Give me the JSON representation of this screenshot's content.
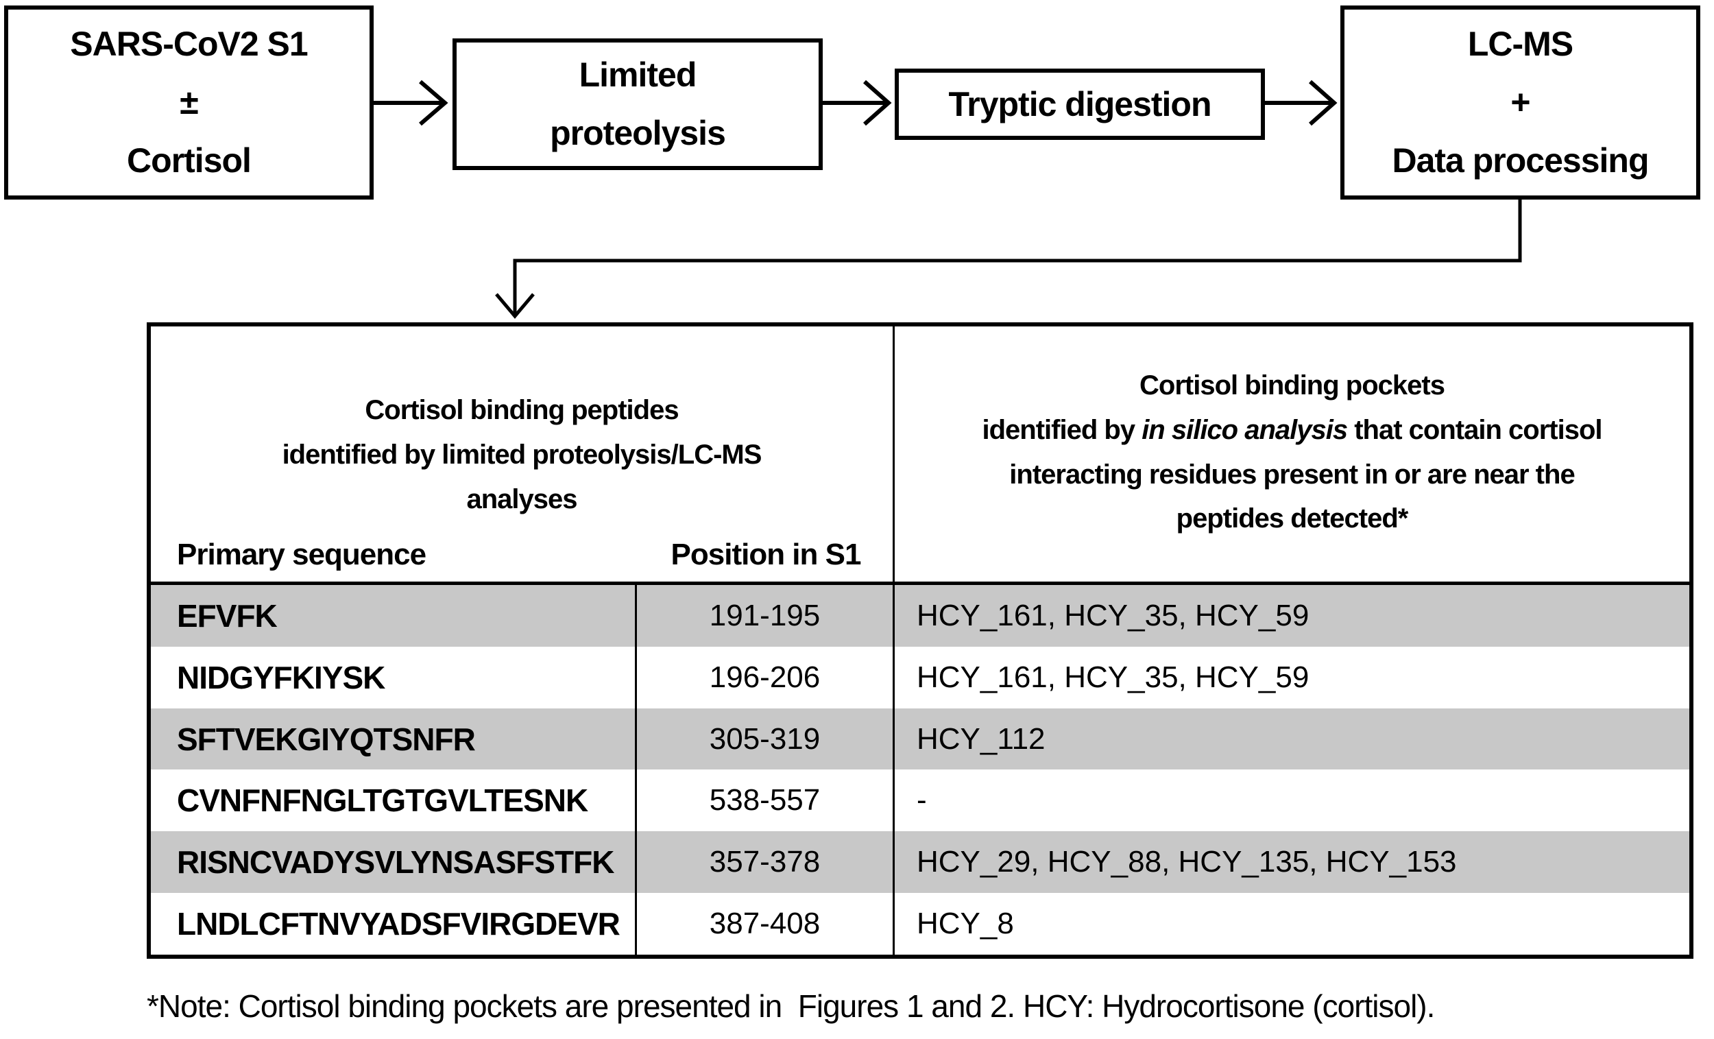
{
  "flowchart": {
    "boxes": [
      {
        "lines": [
          "SARS-CoV2 S1",
          "±",
          "Cortisol"
        ]
      },
      {
        "lines": [
          "Limited",
          "proteolysis"
        ]
      },
      {
        "lines": [
          "Tryptic digestion"
        ]
      },
      {
        "lines": [
          "LC-MS",
          "+",
          "Data processing"
        ]
      }
    ]
  },
  "table": {
    "left_header": {
      "lines": [
        "Cortisol binding peptides",
        "identified by limited proteolysis/LC-MS",
        "analyses"
      ]
    },
    "right_header": {
      "line1": "Cortisol binding pockets",
      "line2_pre": "identified by ",
      "line2_italic": "in silico analysis",
      "line2_post": " that contain cortisol",
      "line3": "interacting residues present in or are near the",
      "line4": "peptides detected*"
    },
    "sub_headers": {
      "primary_sequence": "Primary sequence",
      "position": "Position in S1"
    },
    "rows": [
      {
        "sequence": "EFVFK",
        "position": "191-195",
        "pockets": "HCY_161, HCY_35, HCY_59",
        "shaded": true
      },
      {
        "sequence": "NIDGYFKIYSK",
        "position": "196-206",
        "pockets": "HCY_161, HCY_35, HCY_59",
        "shaded": false
      },
      {
        "sequence": "SFTVEKGIYQTSNFR",
        "position": "305-319",
        "pockets": "HCY_112",
        "shaded": true
      },
      {
        "sequence": "CVNFNFNGLTGTGVLTESNK",
        "position": "538-557",
        "pockets": "-",
        "shaded": false
      },
      {
        "sequence": "RISNCVADYSVLYNSASFSTFK",
        "position": "357-378",
        "pockets": "HCY_29, HCY_88, HCY_135, HCY_153",
        "shaded": true
      },
      {
        "sequence": "LNDLCFTNVYADSFVIRGDEVR",
        "position": "387-408",
        "pockets": "HCY_8",
        "shaded": false
      }
    ]
  },
  "footnote": "*Note: Cortisol binding pockets are presented in  Figures 1 and 2. HCY: Hydrocortisone (cortisol).",
  "colors": {
    "row_shade": "#c8c8c8",
    "border": "#000000",
    "background": "#ffffff"
  }
}
